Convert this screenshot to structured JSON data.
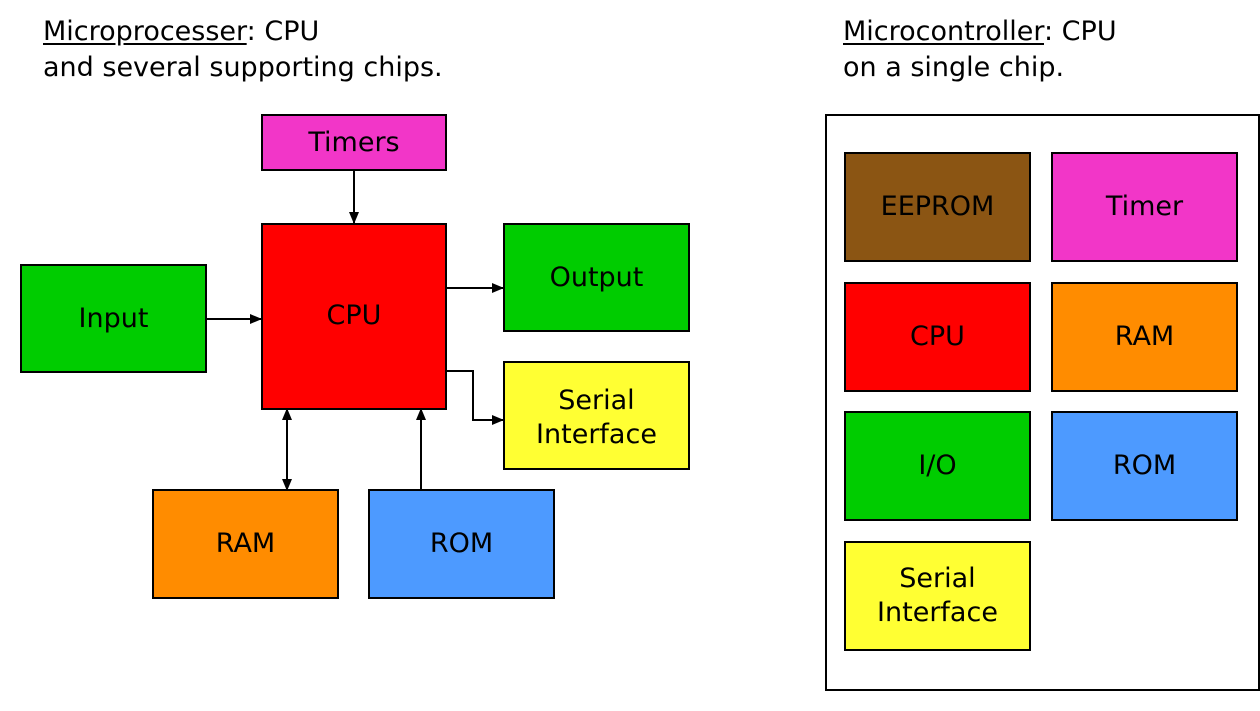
{
  "microprocessor": {
    "caption": {
      "term": "Microprocesser",
      "rest_line1": ": CPU",
      "line2": "and several supporting chips."
    },
    "blocks": {
      "timers": {
        "label": "Timers",
        "color": "#f236c8"
      },
      "cpu": {
        "label": "CPU",
        "color": "#ff0000"
      },
      "input": {
        "label": "Input",
        "color": "#00cc00"
      },
      "output": {
        "label": "Output",
        "color": "#00cc00"
      },
      "serial": {
        "label": "Serial\nInterface",
        "color": "#ffff33"
      },
      "ram": {
        "label": "RAM",
        "color": "#ff8c00"
      },
      "rom": {
        "label": "ROM",
        "color": "#4d9aff"
      }
    },
    "connections": [
      {
        "from": "Timers",
        "to": "CPU",
        "direction": "one-way"
      },
      {
        "from": "Input",
        "to": "CPU",
        "direction": "one-way"
      },
      {
        "from": "CPU",
        "to": "Output",
        "direction": "one-way"
      },
      {
        "from": "CPU",
        "to": "Serial Interface",
        "direction": "one-way"
      },
      {
        "from": "CPU",
        "to": "RAM",
        "direction": "two-way"
      },
      {
        "from": "ROM",
        "to": "CPU",
        "direction": "one-way"
      }
    ]
  },
  "microcontroller": {
    "caption": {
      "term": "Microcontroller",
      "rest_line1": ": CPU",
      "line2": "on a single chip."
    },
    "blocks": {
      "eeprom": {
        "label": "EEPROM",
        "color": "#8b5513"
      },
      "timer": {
        "label": "Timer",
        "color": "#f236c8"
      },
      "cpu": {
        "label": "CPU",
        "color": "#ff0000"
      },
      "ram": {
        "label": "RAM",
        "color": "#ff8c00"
      },
      "io": {
        "label": "I/O",
        "color": "#00cc00"
      },
      "rom": {
        "label": "ROM",
        "color": "#4d9aff"
      },
      "serial": {
        "label": "Serial\nInterface",
        "color": "#ffff33"
      }
    }
  }
}
